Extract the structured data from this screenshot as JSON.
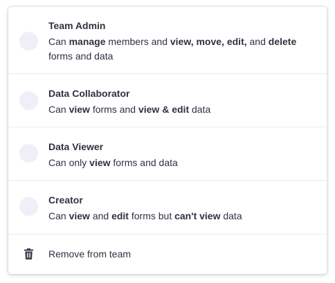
{
  "roles": [
    {
      "title": "Team Admin",
      "description": [
        {
          "t": "Can ",
          "b": false
        },
        {
          "t": "manage",
          "b": true
        },
        {
          "t": " members and ",
          "b": false
        },
        {
          "t": "view, move, edit,",
          "b": true
        },
        {
          "t": " and ",
          "b": false
        },
        {
          "t": "delete",
          "b": true
        },
        {
          "t": " forms and data",
          "b": false
        }
      ]
    },
    {
      "title": "Data Collaborator",
      "description": [
        {
          "t": "Can ",
          "b": false
        },
        {
          "t": "view",
          "b": true
        },
        {
          "t": " forms and ",
          "b": false
        },
        {
          "t": "view & edit",
          "b": true
        },
        {
          "t": " data",
          "b": false
        }
      ]
    },
    {
      "title": "Data Viewer",
      "description": [
        {
          "t": "Can only ",
          "b": false
        },
        {
          "t": "view",
          "b": true
        },
        {
          "t": " forms and data",
          "b": false
        }
      ]
    },
    {
      "title": "Creator",
      "description": [
        {
          "t": "Can ",
          "b": false
        },
        {
          "t": "view",
          "b": true
        },
        {
          "t": " and ",
          "b": false
        },
        {
          "t": "edit",
          "b": true
        },
        {
          "t": " forms but ",
          "b": false
        },
        {
          "t": "can't view",
          "b": true
        },
        {
          "t": " data",
          "b": false
        }
      ]
    }
  ],
  "remove": {
    "label": "Remove from team",
    "icon": "trash-icon"
  },
  "colors": {
    "text": "#2e3240",
    "radio_fill": "#eeeff8",
    "divider": "#ebebef",
    "icon": "#3b3f4a"
  }
}
